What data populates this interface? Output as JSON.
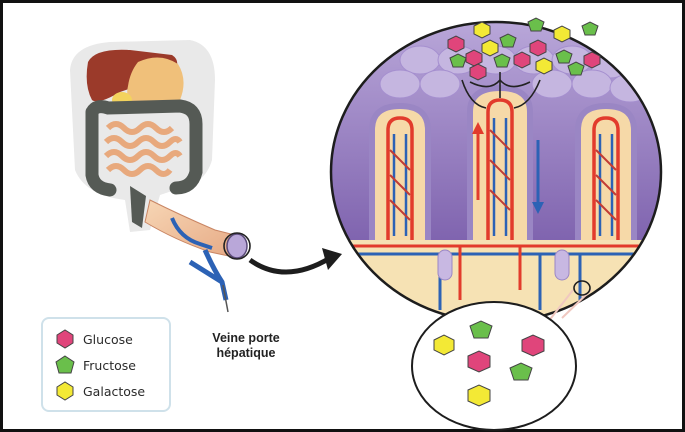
{
  "legend": {
    "items": [
      {
        "label": "Glucose",
        "color": "#e0457b",
        "shape": "hexagon"
      },
      {
        "label": "Fructose",
        "color": "#6abf4b",
        "shape": "pentagon"
      },
      {
        "label": "Galactose",
        "color": "#f3e935",
        "shape": "hexagon"
      }
    ]
  },
  "vein_label": {
    "line1": "Veine porte",
    "line2": "hépatique"
  },
  "colors": {
    "glucose": "#e0457b",
    "fructose": "#6abf4b",
    "galactose": "#f3e935",
    "artery": "#e23b2c",
    "vein": "#2c62b5",
    "villus_purple": "#8e72b8",
    "lumen_cream": "#f6e2b4"
  }
}
